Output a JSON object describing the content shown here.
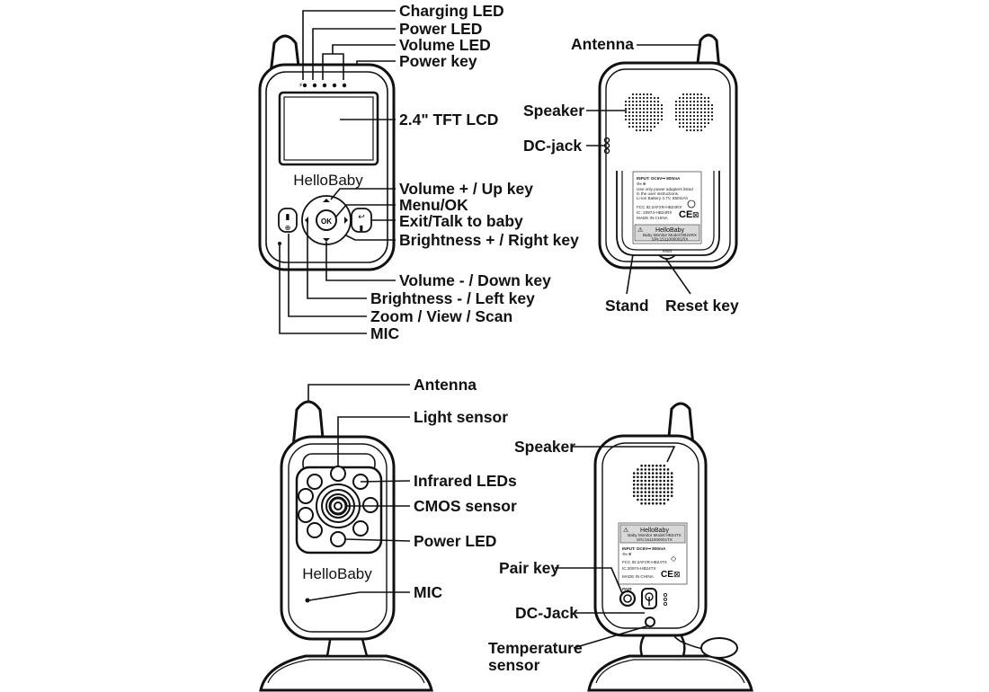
{
  "parent_unit_front": {
    "brand": "HelloBaby",
    "labels": {
      "charging_led": "Charging LED",
      "power_led": "Power LED",
      "volume_led": "Volume LED",
      "power_key": "Power key",
      "lcd": "2.4\" TFT LCD",
      "volume_up": "Volume + / Up key",
      "menu_ok": "Menu/OK",
      "exit_talk": "Exit/Talk to baby",
      "brightness_right": "Brightness + / Right key",
      "volume_down": "Volume - / Down key",
      "brightness_left": "Brightness - / Left key",
      "zoom_view_scan": "Zoom / View / Scan",
      "mic": "MIC"
    },
    "key_text": {
      "ok": "OK"
    }
  },
  "parent_unit_back": {
    "labels": {
      "antenna": "Antenna",
      "speaker": "Speaker",
      "dc_jack": "DC-jack",
      "stand": "Stand",
      "reset_key": "Reset key"
    },
    "sticker": {
      "line1": "INPUT: DC6V⎓ 800mA",
      "line2": "⊖◐⊕",
      "line3": "Use only power adapters listed",
      "line4": "in the user instructions.",
      "line5": "Li-ion Battery 3.7V, 850mAh",
      "line6": "FCC ID:2AF2R-HB24RX",
      "line7": "IC: 20974-HB24RX",
      "line8": "MADE IN CHINA",
      "brand": "HelloBaby",
      "model": "Baby Monitor   Model:HB24RX",
      "serial": "S/N:1511000001RX"
    },
    "reset_text": "reset"
  },
  "camera_front": {
    "brand": "HelloBaby",
    "labels": {
      "antenna": "Antenna",
      "light_sensor": "Light sensor",
      "infrared_leds": "Infrared LEDs",
      "cmos_sensor": "CMOS sensor",
      "power_led": "Power LED",
      "mic": "MIC"
    }
  },
  "camera_back": {
    "labels": {
      "speaker": "Speaker",
      "pair_key": "Pair key",
      "dc_jack": "DC-Jack",
      "temperature_sensor_1": "Temperature",
      "temperature_sensor_2": "sensor"
    },
    "sticker": {
      "brand": "HelloBaby",
      "model": "Baby Monitor   Model:HB24TX",
      "serial": "S/N:1511000001TX",
      "line1": "INPUT: DC6V⎓ 800mA",
      "line2": "⊖◐⊕",
      "line3": "FCC ID:2AF2R-HB24TX",
      "line4": "IC:20974-HB24TX",
      "line5": "MADE IN CHINA"
    },
    "pair_text": "PAIR"
  }
}
